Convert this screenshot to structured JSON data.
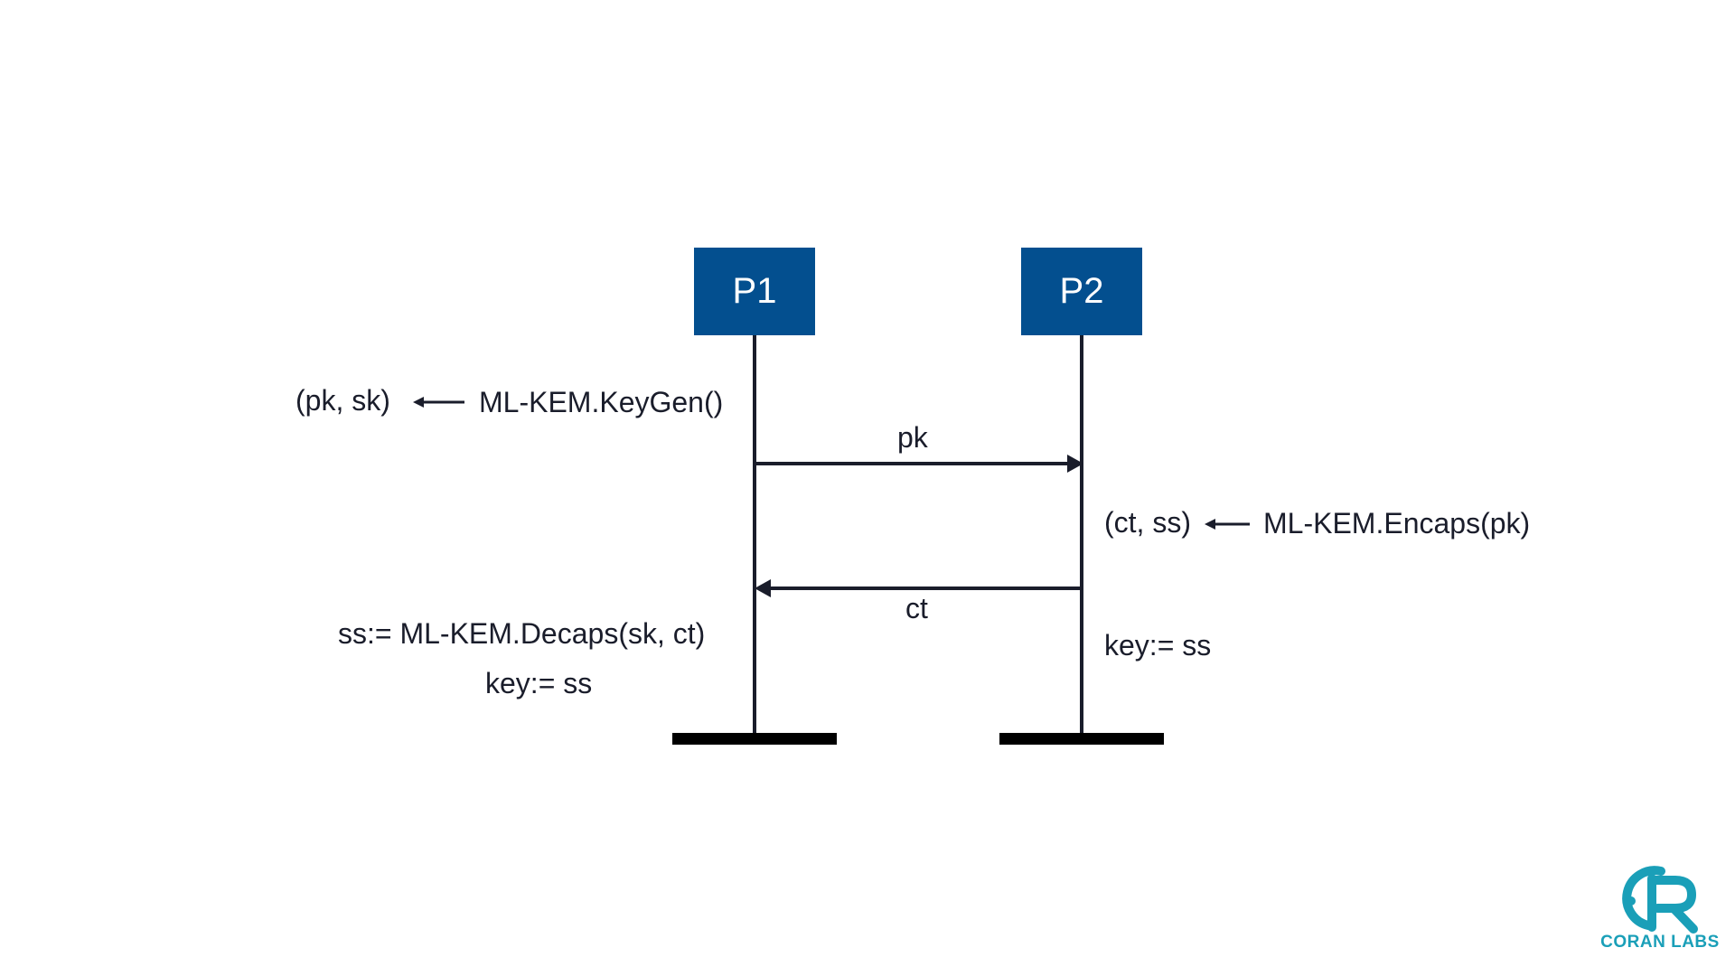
{
  "parties": {
    "p1": "P1",
    "p2": "P2"
  },
  "messages": {
    "pk": "pk",
    "ct": "ct"
  },
  "p1_steps": {
    "keygen_output": "(pk, sk)",
    "keygen_call": "ML-KEM.KeyGen()",
    "decaps": "ss:= ML-KEM.Decaps(sk, ct)",
    "key": "key:= ss"
  },
  "p2_steps": {
    "encaps_output": "(ct, ss)",
    "encaps_call": "ML-KEM.Encaps(pk)",
    "key": "key:= ss"
  },
  "brand": {
    "name": "CORAN LABS",
    "logo_icon": "coran-labs-logo-icon"
  },
  "colors": {
    "box": "#034f8f",
    "line": "#1a1d2b",
    "brand": "#1a9fb8"
  }
}
